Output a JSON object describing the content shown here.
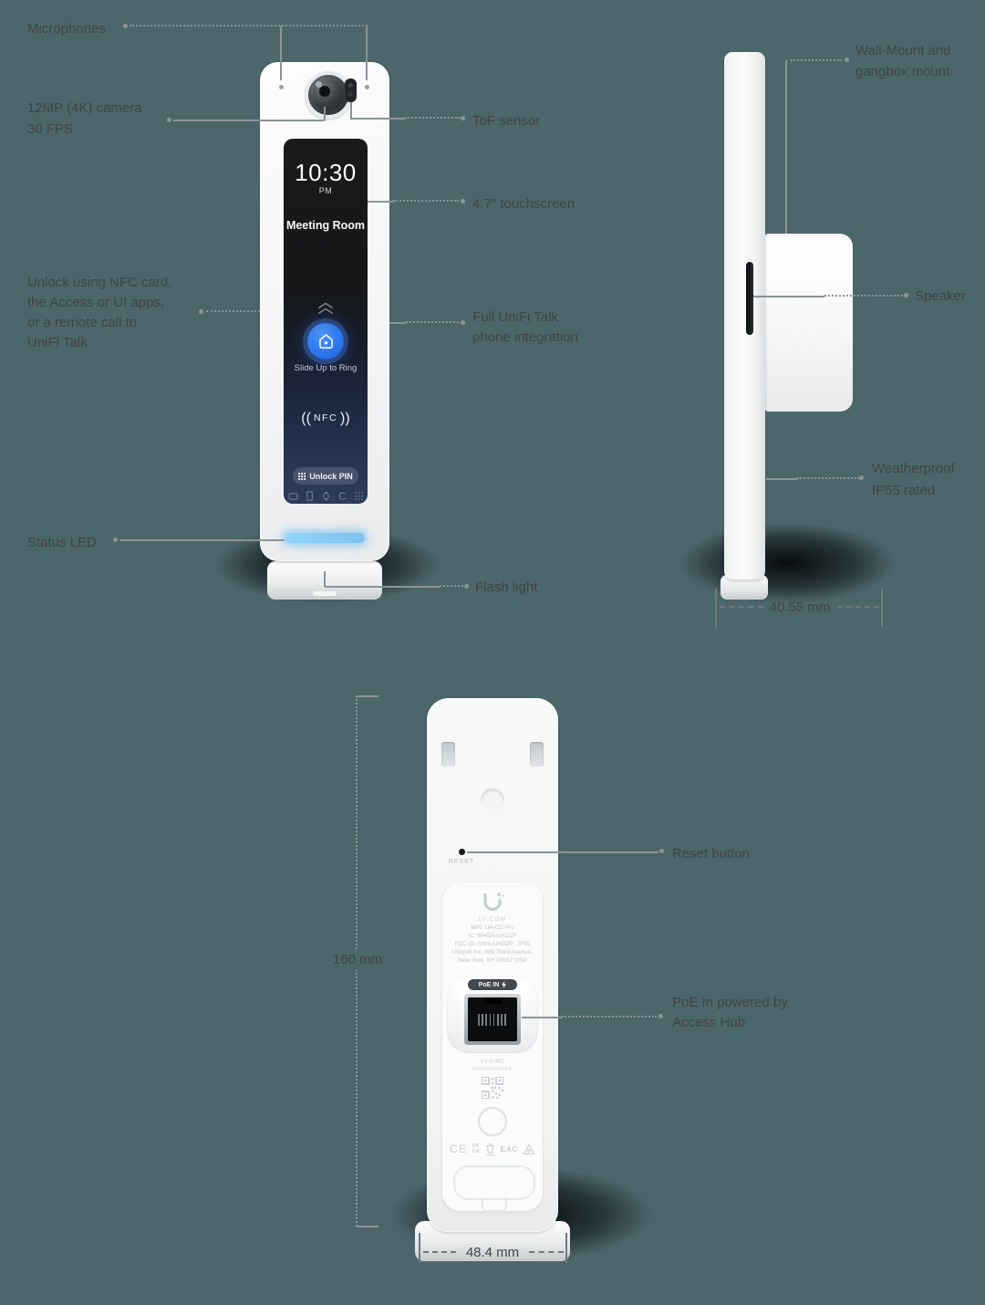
{
  "background": "#4c676c",
  "front": {
    "callouts": {
      "microphones": "Microphones",
      "camera_l1": "12MP (4K) camera",
      "camera_l2": "30 FPS",
      "tof": "ToF sensor",
      "touchscreen": "4.7\" touchscreen",
      "unlock_l1": "Unlock using NFC card,",
      "unlock_l2": "the Access or UI apps,",
      "unlock_l3": "or a remote call to",
      "unlock_l4": "UniFi Talk",
      "talk_l1": "Full UniFi Talk",
      "talk_l2": "phone integration",
      "status_led": "Status LED",
      "flash": "Flash light"
    },
    "screen": {
      "time": "10:30",
      "meridiem": "PM",
      "room": "Meeting Room",
      "slide_hint": "Slide Up to Ring",
      "nfc": "NFC",
      "unlock_pin": "Unlock PIN"
    }
  },
  "side": {
    "callouts": {
      "mount_l1": "Wall-Mount and",
      "mount_l2": "gangbox mount",
      "speaker": "Speaker",
      "weather_l1": "Weatherproof",
      "weather_l2": "IP55 rated",
      "depth": "40.55 mm"
    }
  },
  "back": {
    "callouts": {
      "reset": "Reset button",
      "poe_l1": "PoE In powered by",
      "poe_l2": "Access Hub",
      "height": "160 mm",
      "width": "48.4 mm"
    },
    "engravings": {
      "reset": "RESET",
      "poe_badge": "PoE IN",
      "brand": "UI.COM",
      "reg": [
        "M/N: UA-G2-Pro",
        "IC: 6545A-UAG2P",
        "FCC ID: SWX-UAG2P   IP55",
        "Ubiquiti Inc. 685 Third Avenue,",
        "New York, NY 10017 USA"
      ],
      "serial1": "YYWWC",
      "serial2": "xxxxxxxxxXXX",
      "ce": "CE",
      "ukca1": "UK",
      "ukca2": "CA",
      "eac": "EAC"
    }
  },
  "colors": {
    "accent_blue": "#2b78ee",
    "led_blue": "#85c9f2",
    "label_text": "#3e4447",
    "leader_line": "#8a9499"
  }
}
